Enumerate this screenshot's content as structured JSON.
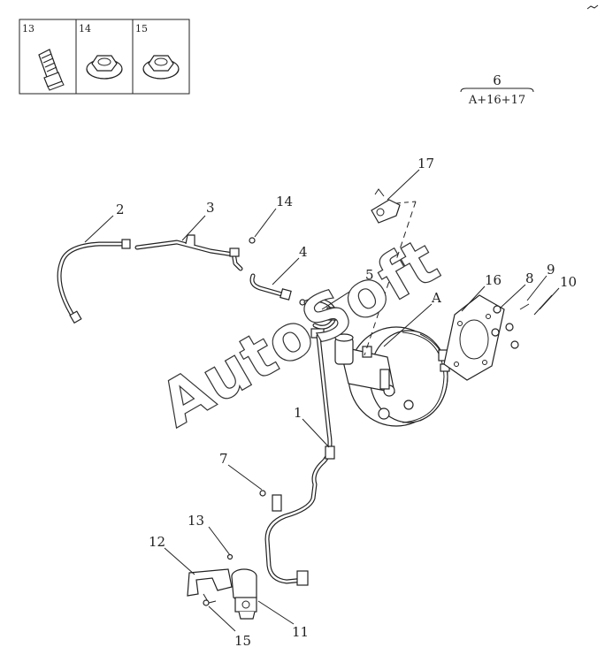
{
  "legend": {
    "items": [
      {
        "num": "13",
        "icon": "bolt-icon"
      },
      {
        "num": "14",
        "icon": "flange-nut-icon"
      },
      {
        "num": "15",
        "icon": "flange-nut-icon"
      }
    ]
  },
  "assembly": {
    "number": "6",
    "formula": "A+16+17"
  },
  "callouts": {
    "c1": "1",
    "c2": "2",
    "c3": "3",
    "c4": "4",
    "c5": "5",
    "c7": "7",
    "c8": "8",
    "c9": "9",
    "c10": "10",
    "c11": "11",
    "c12": "12",
    "c13": "13",
    "c14": "14",
    "c15": "15",
    "c16": "16",
    "c17": "17",
    "cA": "A"
  },
  "watermark": "AutoSoft",
  "colors": {
    "line": "#222222",
    "background": "#ffffff"
  }
}
